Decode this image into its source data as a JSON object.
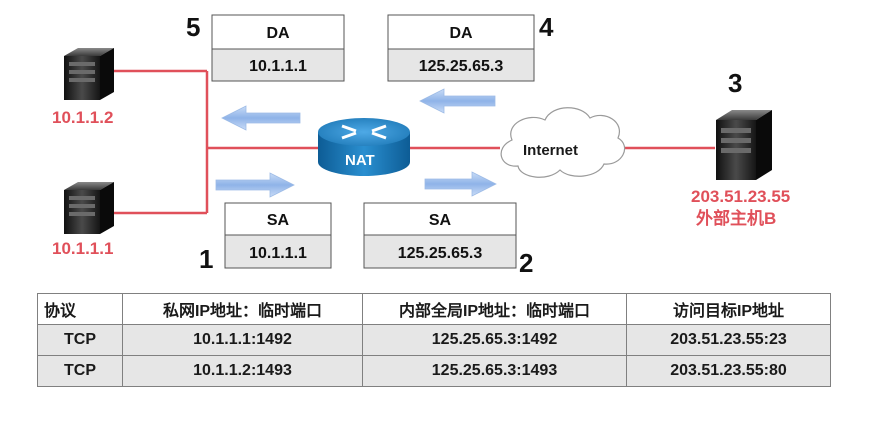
{
  "hosts": {
    "host1": {
      "ip": "10.1.1.2"
    },
    "host2": {
      "ip": "10.1.1.1"
    },
    "host3": {
      "ip": "203.51.23.55",
      "name": "外部主机B"
    }
  },
  "router": {
    "label": "NAT"
  },
  "cloud": {
    "label": "Internet"
  },
  "boxes": {
    "box5": {
      "num": "5",
      "header": "DA",
      "value": "10.1.1.1"
    },
    "box4": {
      "num": "4",
      "header": "DA",
      "value": "125.25.65.3"
    },
    "box1": {
      "num": "1",
      "header": "SA",
      "value": "10.1.1.1"
    },
    "box2": {
      "num": "2",
      "header": "SA",
      "value": "125.25.65.3"
    }
  },
  "step3": "3",
  "colors": {
    "link": "#e0505a",
    "host_label": "#e0505a",
    "box_fill": "#e6e6e6",
    "router": "#1f7ab8",
    "arrow": "#8fb3e8"
  },
  "table": {
    "headers": [
      "协议",
      "私网IP地址：临时端口",
      "内部全局IP地址：临时端口",
      "访问目标IP地址"
    ],
    "rows": [
      [
        "TCP",
        "10.1.1.1:1492",
        "125.25.65.3:1492",
        "203.51.23.55:23"
      ],
      [
        "TCP",
        "10.1.1.2:1493",
        "125.25.65.3:1493",
        "203.51.23.55:80"
      ]
    ]
  }
}
